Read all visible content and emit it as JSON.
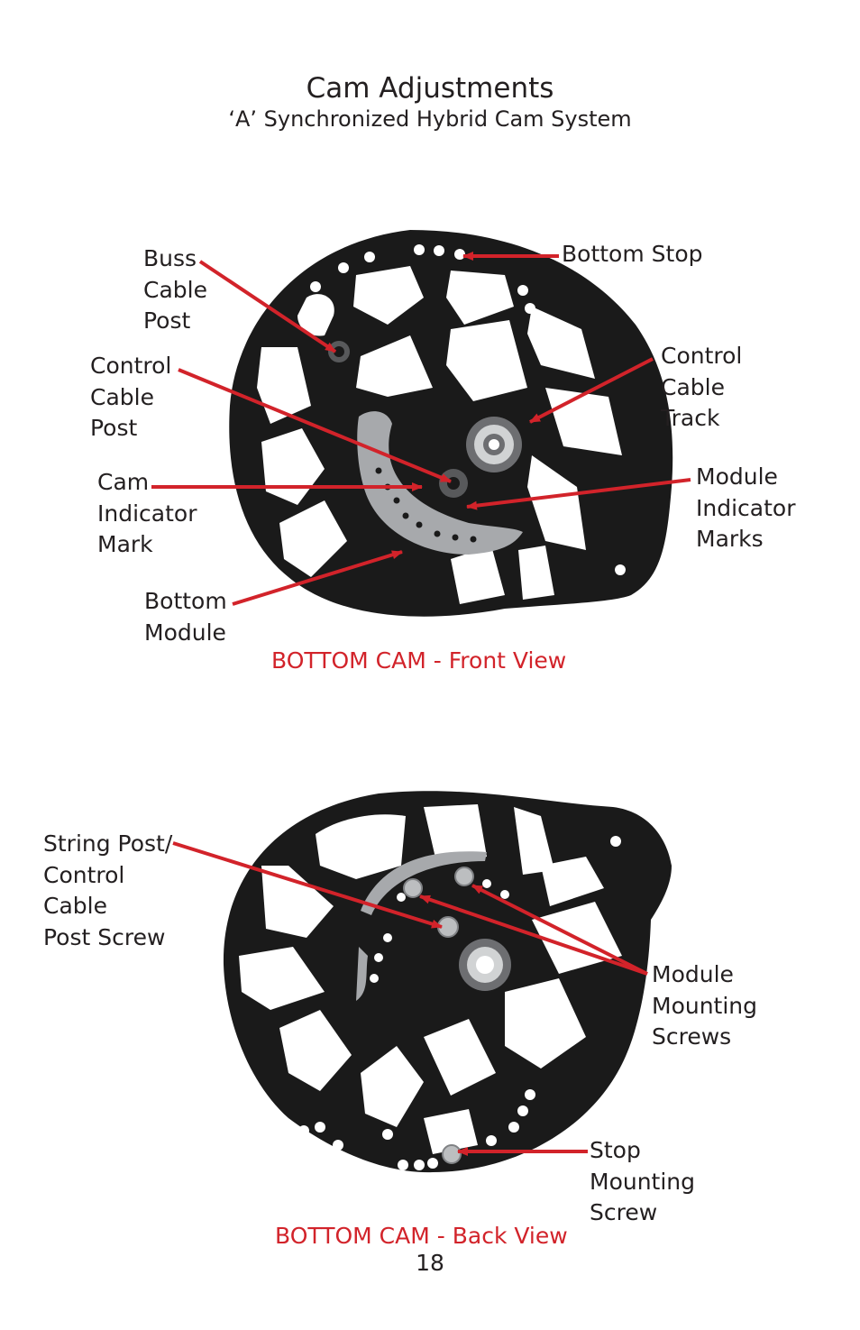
{
  "header": {
    "title": "Cam Adjustments",
    "subtitle": "‘A’ Synchronized Hybrid Cam System"
  },
  "front_view": {
    "caption": "BOTTOM CAM - Front View",
    "labels": {
      "buss_cable_post": "Buss\nCable\nPost",
      "bottom_stop": "Bottom Stop",
      "control_cable_post": "Control\nCable\nPost",
      "control_cable_track": "Control\nCable\nTrack",
      "cam_indicator_mark": "Cam\nIndicator\nMark",
      "module_indicator_marks": "Module\nIndicator\nMarks",
      "bottom_module": "Bottom\nModule"
    }
  },
  "back_view": {
    "caption": "BOTTOM CAM - Back View",
    "labels": {
      "string_post_screw": "String Post/\nControl\nCable\nPost Screw",
      "module_mounting_screws": "Module\nMounting\nScrews",
      "stop_mounting_screw": "Stop\nMounting\nScrew"
    }
  },
  "page_number": "18",
  "colors": {
    "arrow": "#d2232a",
    "cam": "#1a1a1a",
    "module": "#a7a9ac",
    "text": "#231f20"
  }
}
